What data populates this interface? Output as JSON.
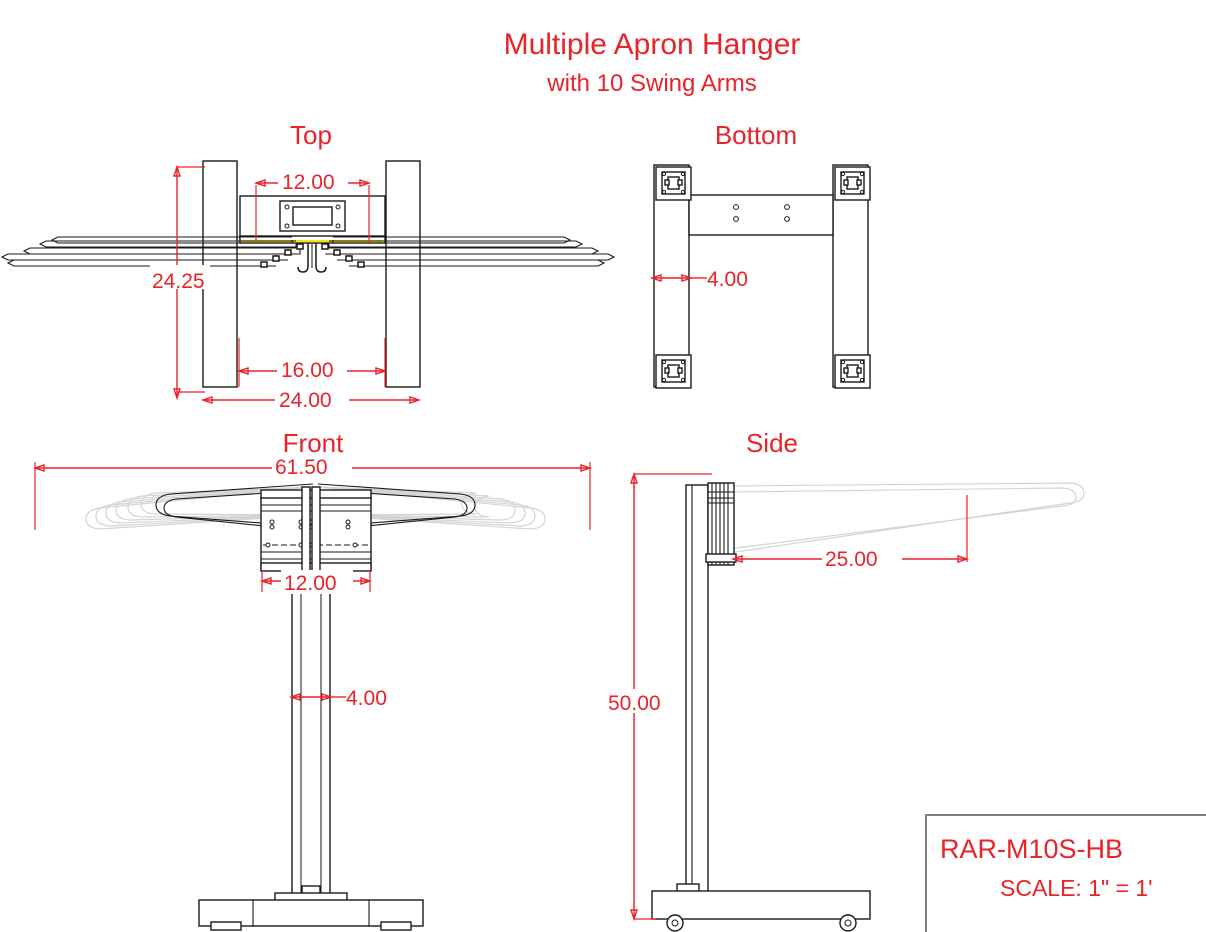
{
  "drawing": {
    "title": "Multiple Apron Hanger",
    "subtitle": "with 10 Swing Arms",
    "sheet_bg": "#ffffff",
    "annotation_color": "#e8232a",
    "line_color": "#1a1a1a",
    "ghost_color": "#d4d4d4",
    "highlight_color": "#f2e60a"
  },
  "views": [
    {
      "id": "top",
      "label": "Top"
    },
    {
      "id": "bottom",
      "label": "Bottom"
    },
    {
      "id": "front",
      "label": "Front"
    },
    {
      "id": "side",
      "label": "Side"
    }
  ],
  "dimensions": {
    "top": [
      {
        "name": "bracket-width",
        "value": "12.00",
        "orientation": "horizontal"
      },
      {
        "name": "inner-rail-spacing",
        "value": "16.00",
        "orientation": "horizontal"
      },
      {
        "name": "outer-base-width",
        "value": "24.00",
        "orientation": "horizontal"
      },
      {
        "name": "base-depth",
        "value": "24.25",
        "orientation": "vertical"
      }
    ],
    "bottom": [
      {
        "name": "rail-width",
        "value": "4.00",
        "orientation": "horizontal"
      }
    ],
    "front": [
      {
        "name": "overall-arm-span",
        "value": "61.50",
        "orientation": "horizontal"
      },
      {
        "name": "bracket-width",
        "value": "12.00",
        "orientation": "horizontal"
      },
      {
        "name": "post-width",
        "value": "4.00",
        "orientation": "horizontal"
      }
    ],
    "side": [
      {
        "name": "arm-reach",
        "value": "25.00",
        "orientation": "horizontal"
      },
      {
        "name": "overall-height",
        "value": "50.00",
        "orientation": "vertical"
      }
    ]
  },
  "title_block": {
    "part_number": "RAR-M10S-HB",
    "scale": "SCALE: 1\" = 1'"
  }
}
